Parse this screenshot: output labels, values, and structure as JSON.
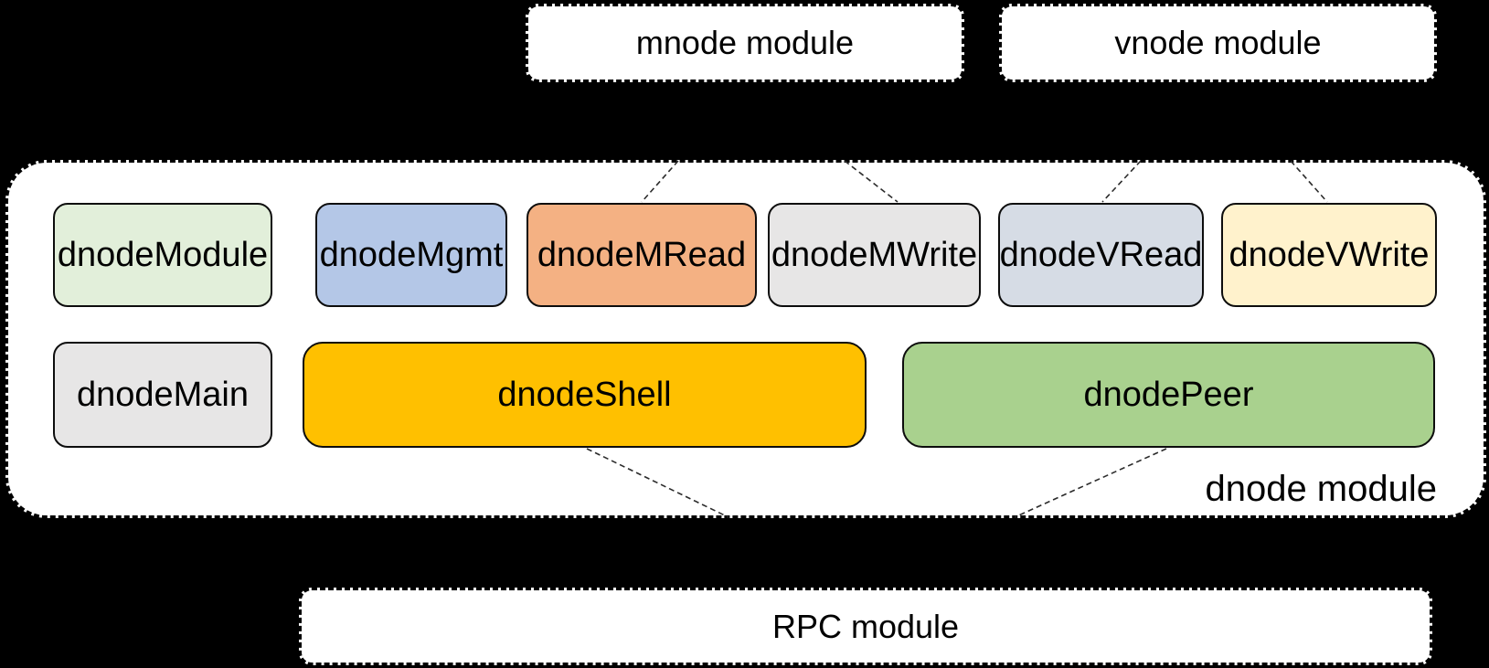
{
  "canvas": {
    "background": "#000000",
    "box_fill": "#FFFFFF",
    "border_color": "#000000"
  },
  "external_modules": {
    "mnode": {
      "label": "mnode module",
      "fill": "#FFFFFF"
    },
    "vnode": {
      "label": "vnode module",
      "fill": "#FFFFFF"
    },
    "rpc": {
      "label": "RPC module",
      "fill": "#FFFFFF"
    }
  },
  "dnode": {
    "label": "dnode module",
    "fill": "#FFFFFF",
    "components": [
      {
        "label": "dnodeModule",
        "fill": "#E2EFDA"
      },
      {
        "label": "dnodeMgmt",
        "fill": "#B4C7E7"
      },
      {
        "label": "dnodeMRead",
        "fill": "#F4B183"
      },
      {
        "label": "dnodeMWrite",
        "fill": "#E7E6E6"
      },
      {
        "label": "dnodeVRead",
        "fill": "#D6DCE5"
      },
      {
        "label": "dnodeVWrite",
        "fill": "#FFF2CC"
      },
      {
        "label": "dnodeMain",
        "fill": "#E7E6E6"
      },
      {
        "label": "dnodeShell",
        "fill": "#FFC000"
      },
      {
        "label": "dnodePeer",
        "fill": "#A9D18E"
      }
    ]
  },
  "connectors": [
    {
      "from": "mnode module",
      "to": "dnodeMRead",
      "style": "dashed"
    },
    {
      "from": "mnode module",
      "to": "dnodeMWrite",
      "style": "dashed"
    },
    {
      "from": "vnode module",
      "to": "dnodeVRead",
      "style": "dashed"
    },
    {
      "from": "vnode module",
      "to": "dnodeVWrite",
      "style": "dashed"
    },
    {
      "from": "dnodeShell",
      "to": "RPC module",
      "style": "dashed"
    },
    {
      "from": "dnodePeer",
      "to": "RPC module",
      "style": "dashed"
    }
  ]
}
